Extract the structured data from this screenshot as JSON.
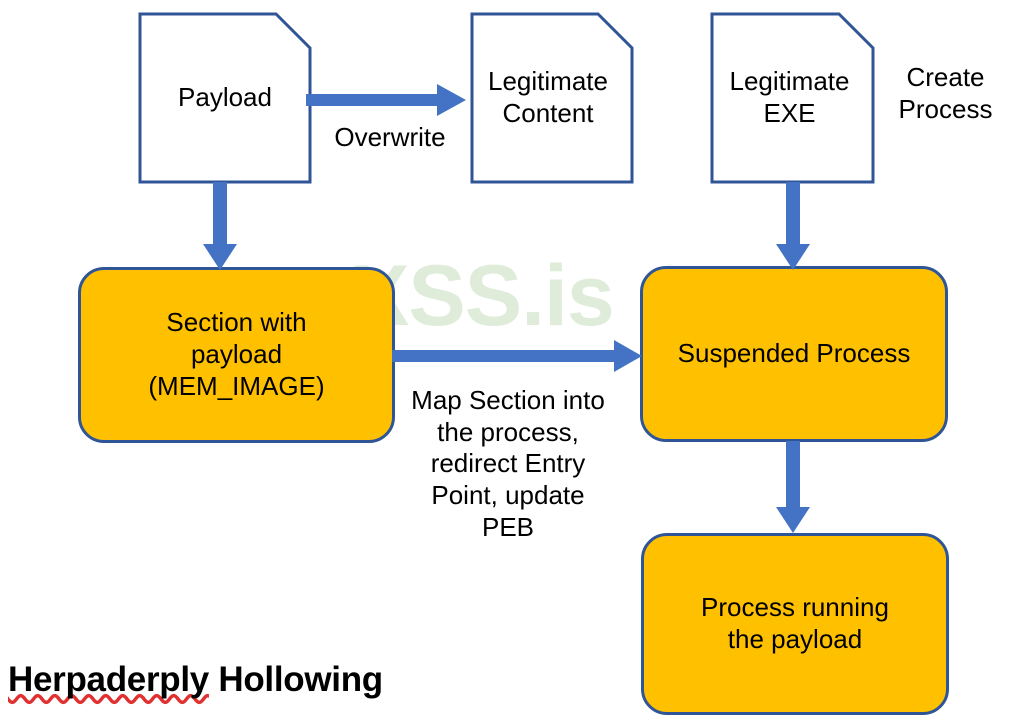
{
  "diagram": {
    "title_word_misspelled": "Herpaderply",
    "title_rest": " Hollowing",
    "watermark": "XSS.is",
    "colors": {
      "process_fill": "#FFC000",
      "process_border": "#2F5597",
      "document_border": "#2F5597",
      "arrow": "#4472C4",
      "watermark": "#DFECD9",
      "text": "#000000",
      "background": "#FFFFFF"
    },
    "nodes": [
      {
        "id": "payload",
        "type": "document",
        "label": "Payload"
      },
      {
        "id": "legit-content",
        "type": "document",
        "label": "Legitimate\nContent"
      },
      {
        "id": "legit-exe",
        "type": "document",
        "label": "Legitimate\nEXE"
      },
      {
        "id": "section-payload",
        "type": "process",
        "label": "Section with\npayload\n(MEM_IMAGE)"
      },
      {
        "id": "suspended-process",
        "type": "process",
        "label": "Suspended Process"
      },
      {
        "id": "process-running",
        "type": "process",
        "label": "Process running\nthe payload"
      }
    ],
    "edges": [
      {
        "id": "overwrite",
        "from": "payload",
        "to": "legit-content",
        "label": "Overwrite"
      },
      {
        "id": "create-proc",
        "from": "legit-exe",
        "to": "suspended-process",
        "label": "Create\nProcess"
      },
      {
        "id": "to-section",
        "from": "payload",
        "to": "section-payload",
        "label": ""
      },
      {
        "id": "map-section",
        "from": "section-payload",
        "to": "suspended-process",
        "label": "Map Section into\nthe process,\nredirect Entry\nPoint, update\nPEB"
      },
      {
        "id": "resume",
        "from": "suspended-process",
        "to": "process-running",
        "label": ""
      }
    ]
  }
}
